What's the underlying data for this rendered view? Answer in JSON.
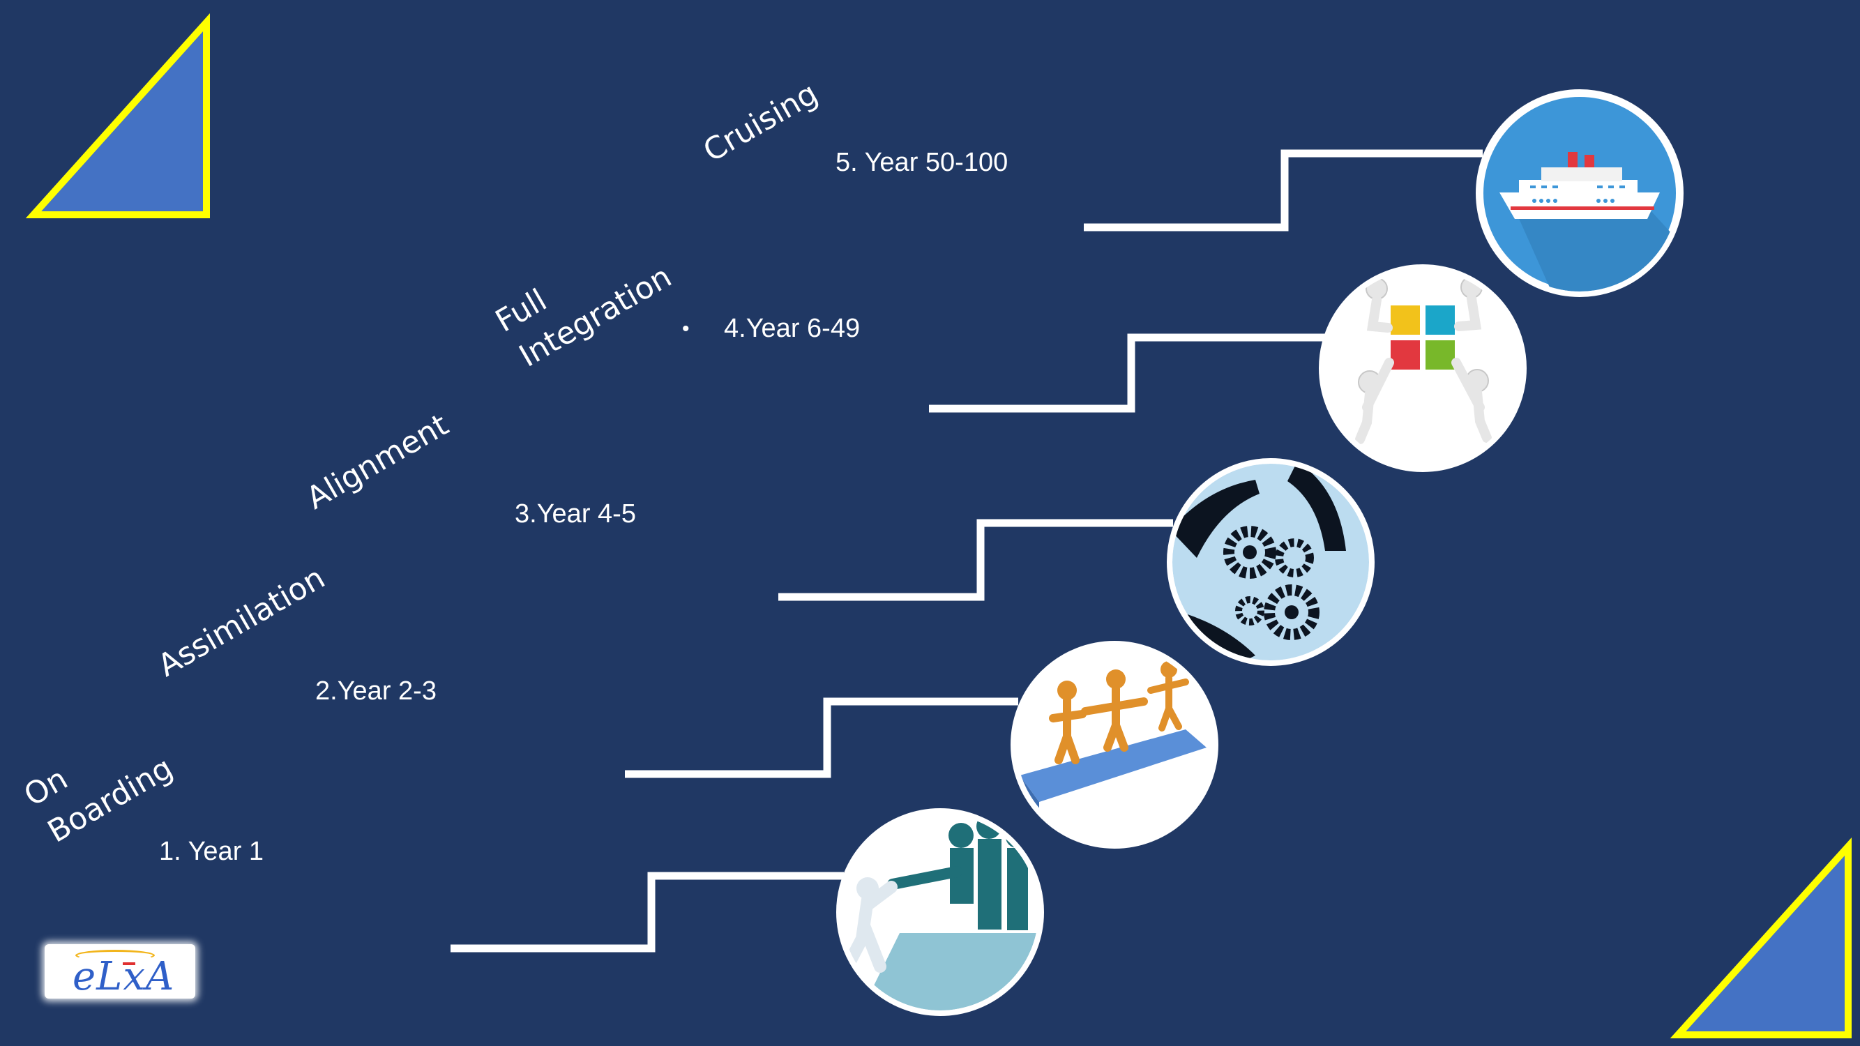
{
  "stages": [
    {
      "stage": "On",
      "stage2": "Boarding",
      "year": "1. Year  1",
      "icon": "people-helping-climb-icon"
    },
    {
      "stage": "Assimilation",
      "year": "2.Year 2-3",
      "icon": "people-on-puzzle-icon"
    },
    {
      "stage": "Alignment",
      "year": "3.Year 4-5",
      "icon": "hands-gears-icon"
    },
    {
      "stage": "Full",
      "stage2": "Integration",
      "year": "4.Year 6-49",
      "bullet": "•",
      "icon": "puzzle-figures-icon"
    },
    {
      "stage": "Cruising",
      "year": "5. Year 50-100",
      "icon": "cruise-ship-icon"
    }
  ],
  "logo": {
    "text": "eLxA"
  },
  "colors": {
    "background": "#203864",
    "accent_yellow": "#ffff00",
    "triangle_fill": "#4472c4",
    "line": "#ffffff"
  }
}
